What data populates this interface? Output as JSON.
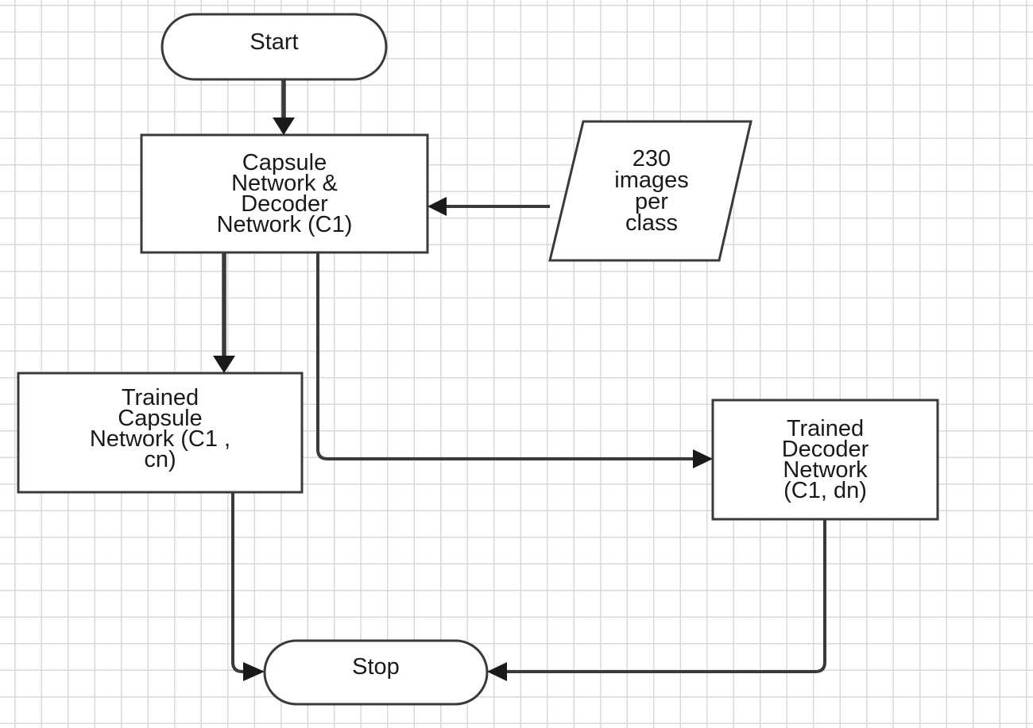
{
  "diagram": {
    "nodes": {
      "start": {
        "label": "Start"
      },
      "capsule_decoder": {
        "label": "Capsule\nNetwork &\nDecoder\nNetwork (C1)"
      },
      "input_images": {
        "label": "230\nimages\nper\nclass"
      },
      "trained_capsule": {
        "label": "Trained\nCapsule\nNetwork (C1 ,\ncn)"
      },
      "trained_decoder": {
        "label": "Trained\nDecoder\nNetwork\n(C1, dn)"
      },
      "stop": {
        "label": "Stop"
      }
    },
    "edges": [
      {
        "from": "start",
        "to": "capsule_decoder"
      },
      {
        "from": "input_images",
        "to": "capsule_decoder"
      },
      {
        "from": "capsule_decoder",
        "to": "trained_capsule"
      },
      {
        "from": "capsule_decoder",
        "to": "trained_decoder"
      },
      {
        "from": "trained_capsule",
        "to": "stop"
      },
      {
        "from": "trained_decoder",
        "to": "stop"
      }
    ]
  }
}
